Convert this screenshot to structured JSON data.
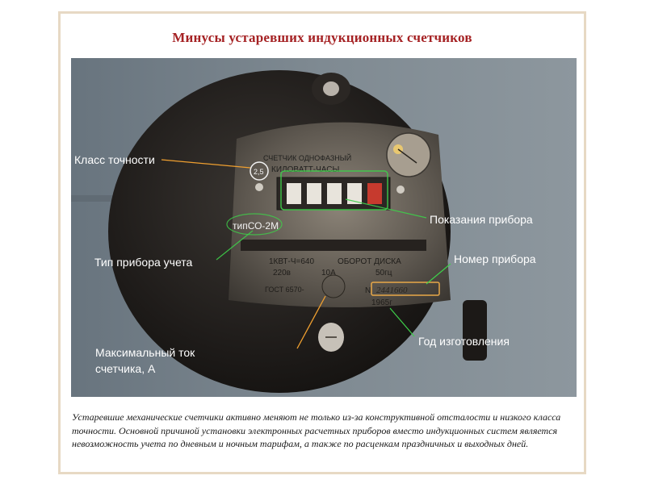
{
  "title": "Минусы устаревших индукционных счетчиков",
  "labels": {
    "accuracy_class": "Класс точности",
    "meter_type": "Тип прибора учета",
    "readings": "Показания прибора",
    "serial_number": "Номер прибора",
    "max_current_line1": "Максимальный ток",
    "max_current_line2": "счетчика, А",
    "year_made": "Год изготовления"
  },
  "meter_face": {
    "header_line1": "СЧЕТЧИК ОДНОФАЗНЫЙ",
    "header_line2": "КИЛОВАТТ-ЧАСЫ",
    "class_value": "2,5",
    "type_value": "типСО-2М",
    "spec": "1КВТ-Ч=640",
    "disk_label": "ОБОРОТ ДИСКА",
    "voltage": "220в",
    "current": "10А",
    "frequency": "50гц",
    "gost": "ГОСТ 6570-",
    "number_prefix": "N",
    "serial": "2441660",
    "year": "1965г"
  },
  "caption": "Устаревшие механические счетчики активно меняют не только из-за конструктивной отсталости и низкого класса точности. Основной причиной установки электронных расчетных приборов вместо индукционных систем является невозможность учета по дневным и ночным тарифам, а также по расценкам праздничных и выходных дней.",
  "colors": {
    "title": "#a52224",
    "frame": "#e7d9c4",
    "annotation_line": "#f0a030",
    "highlight": "#3ecf4a"
  }
}
